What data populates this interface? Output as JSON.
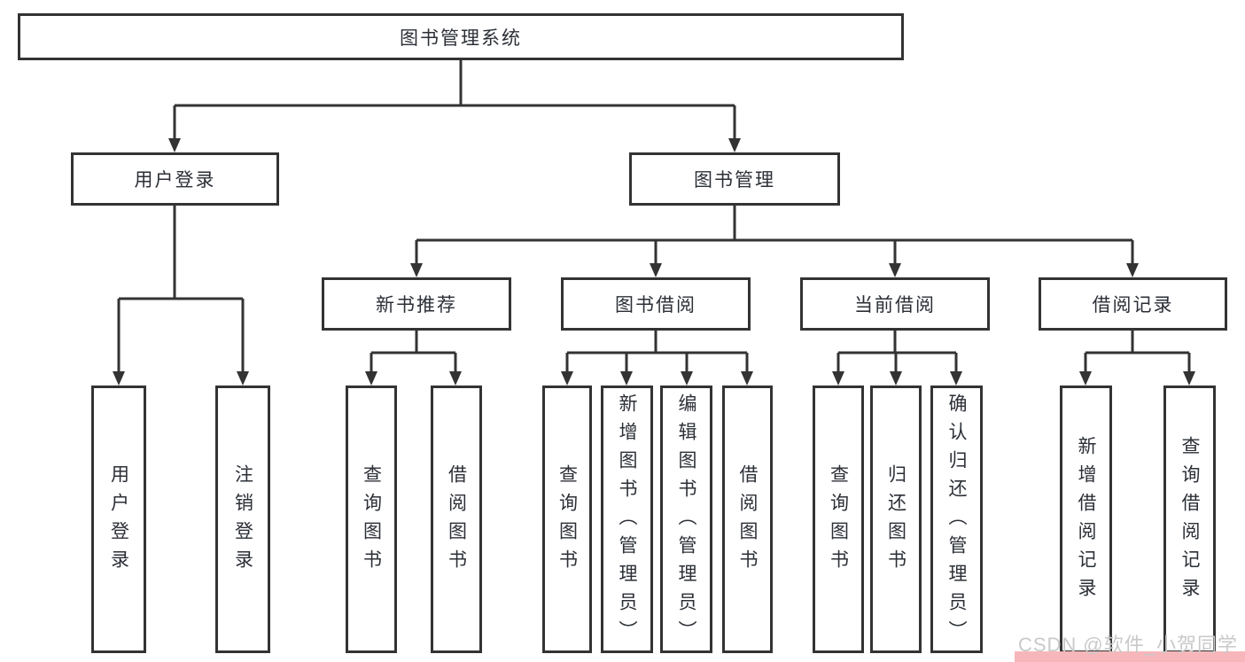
{
  "tree": {
    "label": "图书管理系统",
    "children": [
      {
        "label": "用户登录",
        "children": [
          {
            "label": "用户登录"
          },
          {
            "label": "注销登录"
          }
        ]
      },
      {
        "label": "图书管理",
        "children": [
          {
            "label": "新书推荐",
            "children": [
              {
                "label": "查询图书"
              },
              {
                "label": "借阅图书"
              }
            ]
          },
          {
            "label": "图书借阅",
            "children": [
              {
                "label": "查询图书"
              },
              {
                "label": "新增图书（管理员）"
              },
              {
                "label": "编辑图书（管理员）"
              },
              {
                "label": "借阅图书"
              }
            ]
          },
          {
            "label": "当前借阅",
            "children": [
              {
                "label": "查询图书"
              },
              {
                "label": "归还图书"
              },
              {
                "label": "确认归还（管理员）"
              }
            ]
          },
          {
            "label": "借阅记录",
            "children": [
              {
                "label": "新增借阅记录"
              },
              {
                "label": "查询借阅记录"
              }
            ]
          }
        ]
      }
    ]
  },
  "watermark": {
    "text": "CSDN @软件_小贺同学"
  },
  "colors": {
    "line": "#333333",
    "box_background": "#ffffff",
    "text": "#2b2f36",
    "watermark_text": "#c9c9c9",
    "watermark_bar": "#f7b6b9"
  }
}
